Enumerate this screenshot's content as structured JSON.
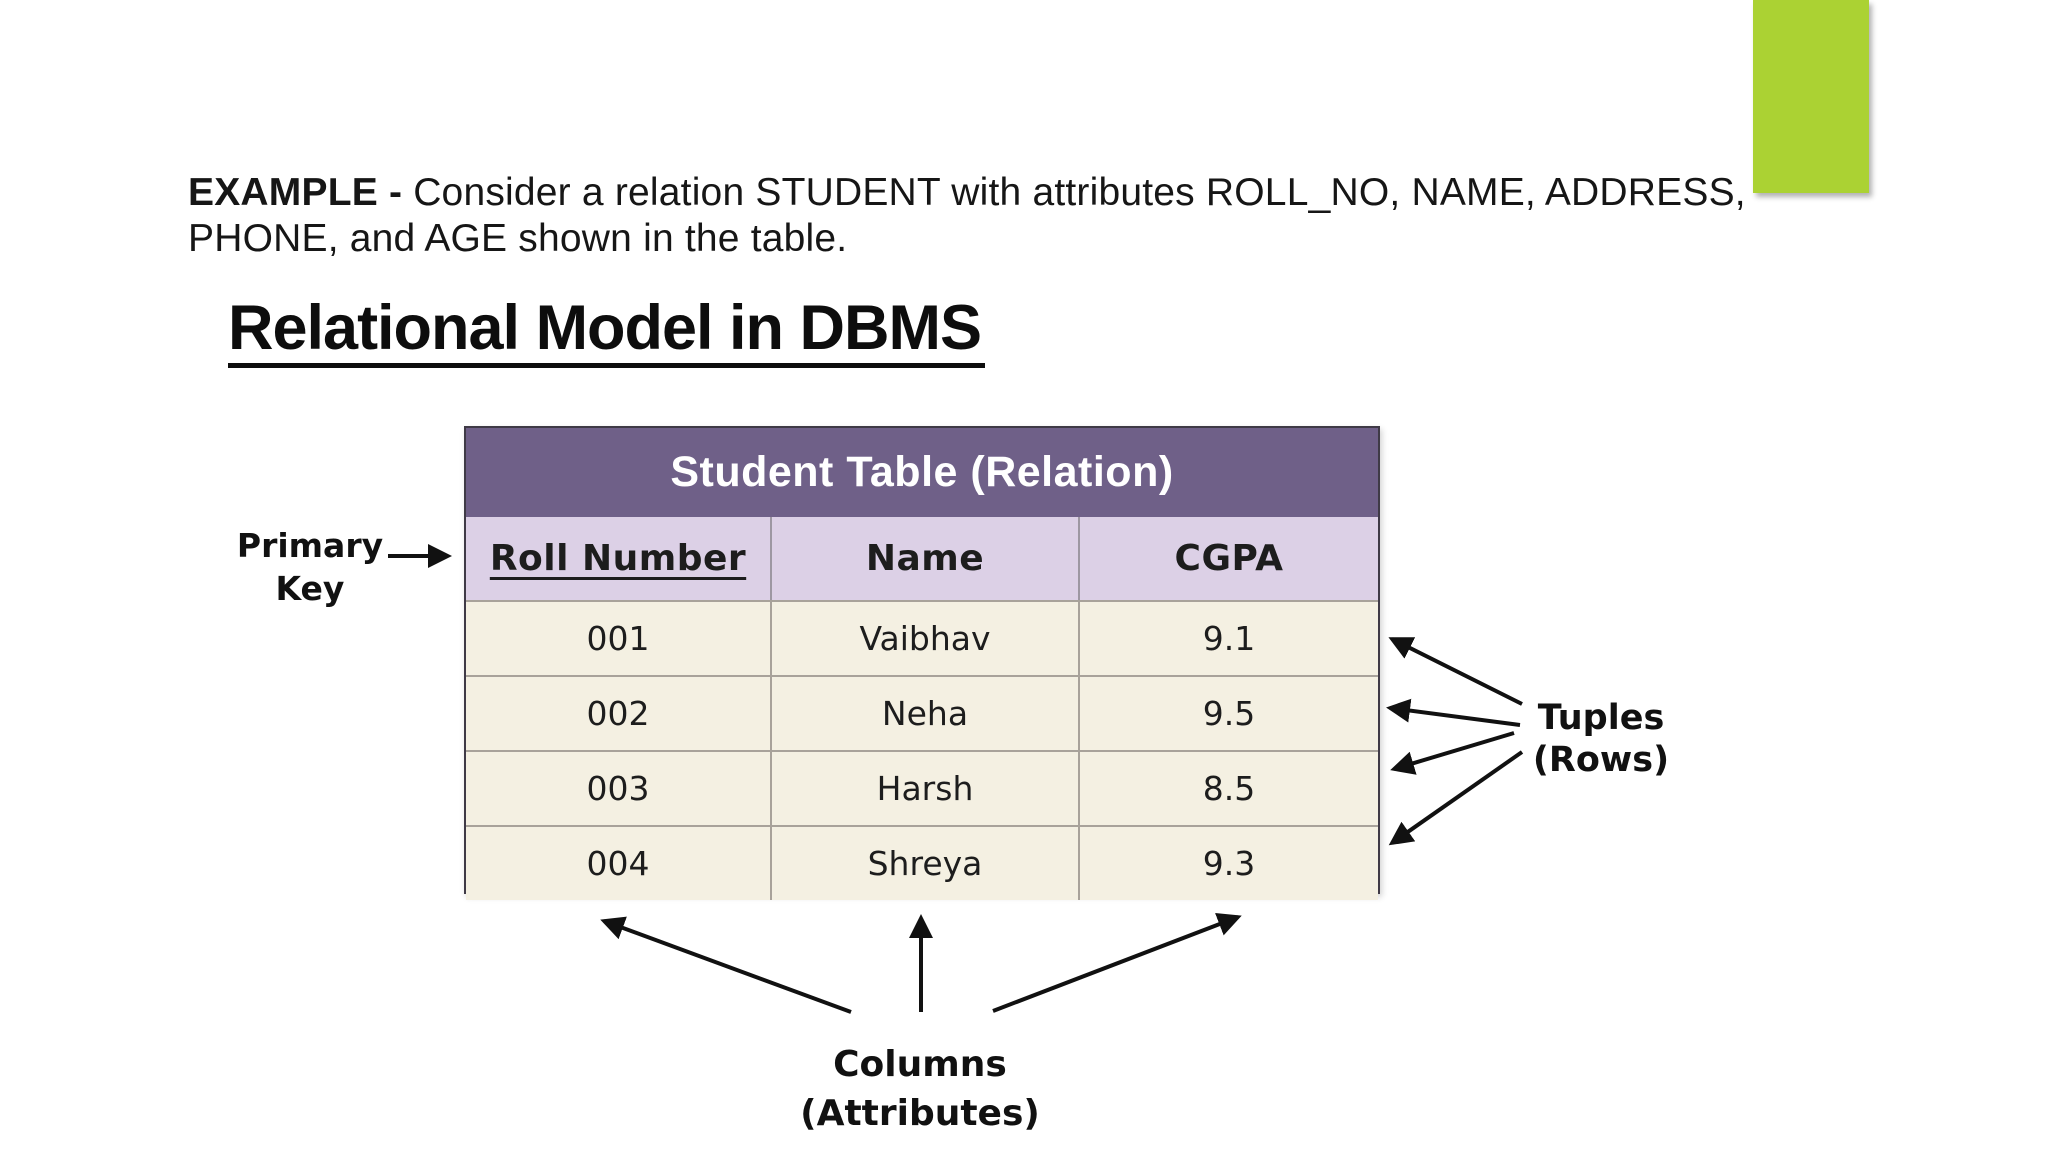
{
  "accent": {
    "color": "#abd233"
  },
  "paragraph": {
    "bold_prefix": "EXAMPLE - ",
    "line1_rest": "Consider a relation STUDENT with attributes ROLL_NO, NAME, ADDRESS,",
    "line2": "PHONE, and AGE shown in the table."
  },
  "heading": "Relational Model in DBMS",
  "table": {
    "title": "Student Table (Relation)",
    "columns": [
      "Roll Number",
      "Name",
      "CGPA"
    ],
    "rows": [
      {
        "roll": "001",
        "name": "Vaibhav",
        "cgpa": "9.1"
      },
      {
        "roll": "002",
        "name": "Neha",
        "cgpa": "9.5"
      },
      {
        "roll": "003",
        "name": "Harsh",
        "cgpa": "8.5"
      },
      {
        "roll": "004",
        "name": "Shreya",
        "cgpa": "9.3"
      }
    ],
    "colors": {
      "title_bg": "#6f6088",
      "title_text": "#ffffff",
      "header_bg": "#dcd0e6",
      "body_bg": "#f4f0e2"
    }
  },
  "labels": {
    "primary_key": {
      "line1": "Primary",
      "line2": "Key"
    },
    "tuples": {
      "line1": "Tuples",
      "line2": "(Rows)"
    },
    "columns": {
      "line1": "Columns",
      "line2": "(Attributes)"
    }
  }
}
